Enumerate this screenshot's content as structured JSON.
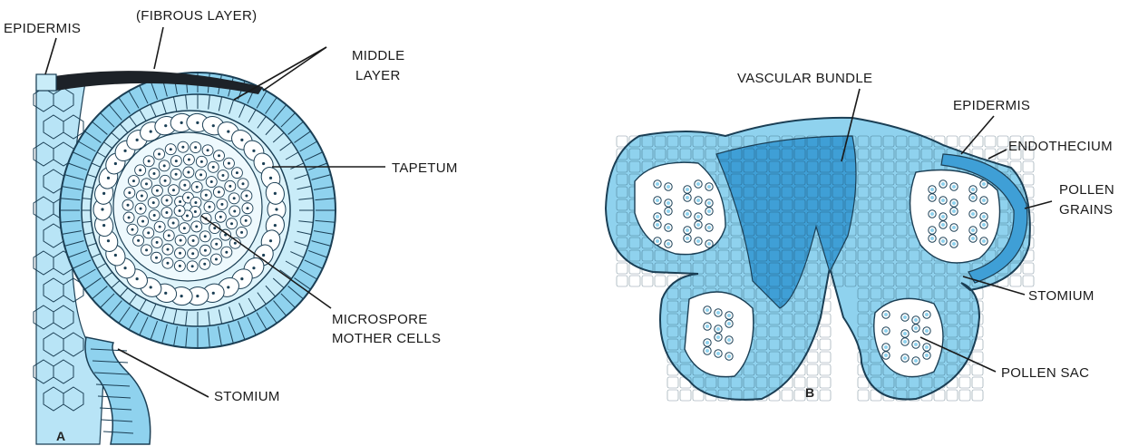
{
  "colors": {
    "tissue_light": "#c9ecf8",
    "tissue_mid": "#8fd2ee",
    "tissue_dark": "#3f9fd6",
    "fibrous": "#1d2228",
    "outline": "#1b3f55"
  },
  "panel_a": {
    "letter": "A",
    "labels": {
      "epidermis": "EPIDERMIS",
      "fibrous_layer": "(FIBROUS LAYER)",
      "middle_layer_1": "MIDDLE",
      "middle_layer_2": "LAYER",
      "tapetum": "TAPETUM",
      "microspore_1": "MICROSPORE",
      "microspore_2": "MOTHER CELLS",
      "stomium": "STOMIUM"
    }
  },
  "panel_b": {
    "letter": "B",
    "labels": {
      "vascular_bundle": "VASCULAR BUNDLE",
      "epidermis": "EPIDERMIS",
      "endothecium": "ENDOTHECIUM",
      "pollen_grains_1": "POLLEN",
      "pollen_grains_2": "GRAINS",
      "stomium": "STOMIUM",
      "pollen_sac": "POLLEN SAC"
    }
  }
}
